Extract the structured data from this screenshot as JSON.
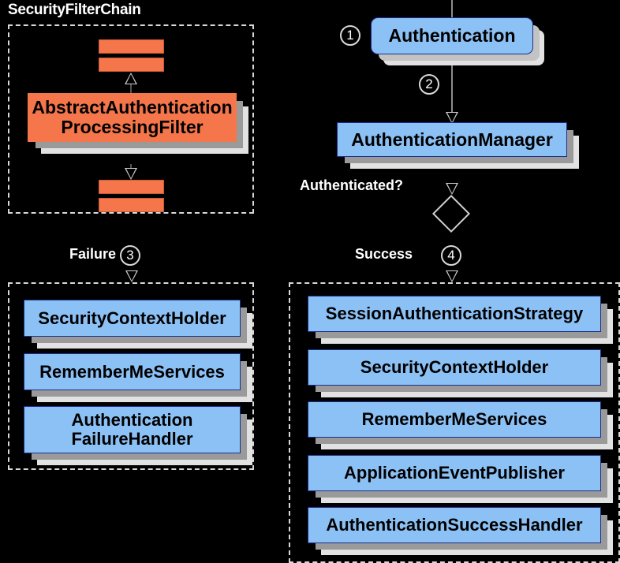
{
  "diagram": {
    "title_label": "SecurityFilterChain",
    "colors": {
      "background": "#000000",
      "blue_node": "#8cc1f5",
      "blue_border": "#1c2f8c",
      "orange_node": "#f4764a",
      "shadow_inner": "#9a9a9a",
      "shadow_outer": "#e2e2e2",
      "dashed_border": "#d8d8d8",
      "text": "#000000",
      "label_text": "#ffffff"
    }
  },
  "filter_chain": {
    "label": "SecurityFilterChain",
    "top_bars": [
      "filter-bar",
      "filter-bar"
    ],
    "main_filter": "AbstractAuthentication\nProcessingFilter",
    "main_filter_line1": "AbstractAuthentication",
    "main_filter_line2": "ProcessingFilter",
    "bottom_bars": [
      "filter-bar",
      "filter-bar"
    ]
  },
  "flow": {
    "authentication_node": "Authentication",
    "authentication_manager_node": "AuthenticationManager",
    "decision_label": "Authenticated?",
    "step1": "1",
    "step2": "2",
    "step3": "3",
    "step4": "4",
    "failure_label": "Failure",
    "success_label": "Success"
  },
  "failure_branch": {
    "label": "Failure",
    "step": "3",
    "items": [
      {
        "text": "SecurityContextHolder",
        "lines": [
          "SecurityContextHolder"
        ]
      },
      {
        "text": "RememberMeServices",
        "lines": [
          "RememberMeServices"
        ]
      },
      {
        "text": "AuthenticationFailureHandler",
        "lines": [
          "Authentication",
          "FailureHandler"
        ]
      }
    ]
  },
  "success_branch": {
    "label": "Success",
    "step": "4",
    "items": [
      {
        "text": "SessionAuthenticationStrategy"
      },
      {
        "text": "SecurityContextHolder"
      },
      {
        "text": "RememberMeServices"
      },
      {
        "text": "ApplicationEventPublisher"
      },
      {
        "text": "AuthenticationSuccessHandler"
      }
    ]
  }
}
